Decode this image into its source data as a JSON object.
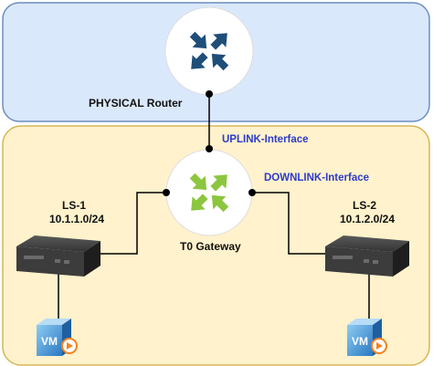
{
  "labels": {
    "physical_router": "PHYSICAL Router",
    "uplink": "UPLINK-Interface",
    "downlink": "DOWNLINK-Interface",
    "t0_gateway": "T0 Gateway",
    "ls1_name": "LS-1",
    "ls1_subnet": "10.1.1.0/24",
    "ls2_name": "LS-2",
    "ls2_subnet": "10.1.2.0/24",
    "vm_left": "VM",
    "vm_right": "VM"
  },
  "colors": {
    "physical_zone_fill": "#dae8fc",
    "physical_zone_stroke": "#6c8ebf",
    "logical_zone_fill": "#fff2cc",
    "logical_zone_stroke": "#d6b656",
    "router_arrow": "#1f4e79",
    "gateway_arrow": "#8cc63f",
    "interface_label": "#2e3bc8",
    "vm_blue": "#3f8fd1",
    "vm_orange": "#f5821f"
  }
}
